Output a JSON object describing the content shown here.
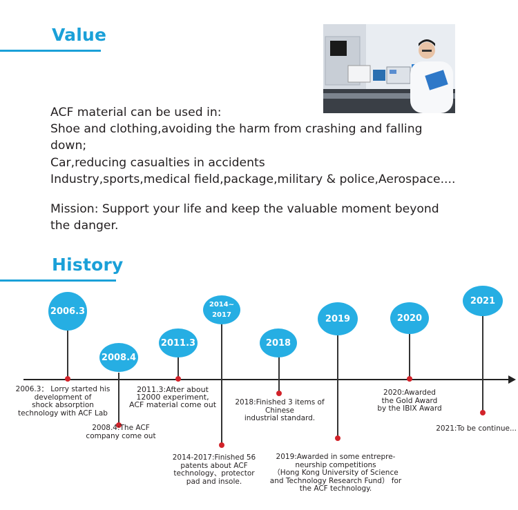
{
  "value_section": {
    "heading": "Value",
    "intro": "ACF material can be used in:",
    "lines": [
      "Shoe and clothing,avoiding the harm from crashing and falling",
      "down;",
      "Car,reducing casualties in accidents",
      "Industry,sports,medical field,package,military & police,Aerospace...."
    ],
    "mission_lines": [
      "Mission: Support your life and keep the valuable moment beyond",
      "the danger."
    ]
  },
  "history_section": {
    "heading": "History",
    "events": [
      {
        "year": "2006.3",
        "year_lines": [
          "2006.3"
        ],
        "text_lines": [
          "2006.3： Lorry started his",
          "development of",
          "shock absorption",
          "technology with ACF Lab"
        ]
      },
      {
        "year": "2008.4",
        "year_lines": [
          "2008.4"
        ],
        "text_lines": [
          "2008.4:The ACF",
          "company come out"
        ]
      },
      {
        "year": "2011.3",
        "year_lines": [
          "2011.3"
        ],
        "text_lines": [
          "2011.3:After about",
          "12000 experiment,",
          "ACF material come out"
        ]
      },
      {
        "year": "2014~2017",
        "year_lines": [
          "2014~",
          "2017"
        ],
        "text_lines": [
          "2014-2017:Finished 56",
          "patents about ACF",
          "technology、protector",
          "pad and insole."
        ]
      },
      {
        "year": "2018",
        "year_lines": [
          "2018"
        ],
        "text_lines": [
          "2018:Finished 3 items of",
          "Chinese",
          "industrial standard."
        ]
      },
      {
        "year": "2019",
        "year_lines": [
          "2019"
        ],
        "text_lines": [
          "2019:Awarded in some entrepre-",
          "neurship competitions",
          "（Hong Kong University of Science",
          "and Technology Research Fund） for",
          "the ACF technology."
        ]
      },
      {
        "year": "2020",
        "year_lines": [
          "2020"
        ],
        "text_lines": [
          "2020:Awarded",
          "the Gold Award",
          "by the IBIX Award"
        ]
      },
      {
        "year": "2021",
        "year_lines": [
          "2021"
        ],
        "text_lines": [
          "2021:To be continue..."
        ]
      }
    ]
  },
  "colors": {
    "accent": "#1aa0d8",
    "circle": "#26aee3",
    "dot": "#d2232a",
    "axis": "#222222"
  }
}
